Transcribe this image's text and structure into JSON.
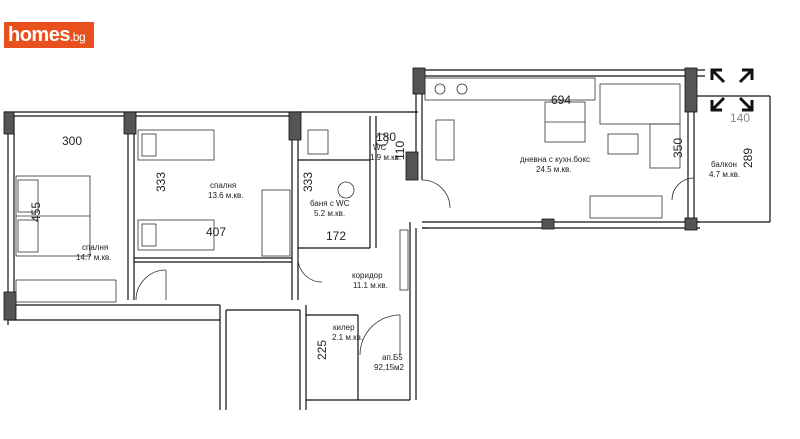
{
  "logo": {
    "brand": "homes",
    "tld": ".bg"
  },
  "dimensions": {
    "d300": "300",
    "d333a": "333",
    "d333b": "333",
    "d455": "455",
    "d407": "407",
    "d180": "180",
    "d110": "110",
    "d172": "172",
    "d694": "694",
    "d350": "350",
    "d289": "289",
    "d140": "140",
    "d225": "225"
  },
  "rooms": {
    "bedroom1": {
      "name": "спалня",
      "area": "14.7 м.кв."
    },
    "bedroom2": {
      "name": "спалня",
      "area": "13.6 м.кв."
    },
    "wc": {
      "name": "WC",
      "area": "1.9 м.кв."
    },
    "bath": {
      "name": "баня с WC",
      "area": "5.2 м.кв."
    },
    "living": {
      "name": "дневна с кухн.бокс",
      "area": "24.5 м.кв."
    },
    "balcony": {
      "name": "балкон",
      "area": "4.7 м.кв."
    },
    "corridor": {
      "name": "коридор",
      "area": "11.1 м.кв."
    },
    "storage": {
      "name": "килер",
      "area": "2.1 м.кв."
    },
    "apartment": {
      "name": "ап.Б5",
      "area": "92,15м2"
    }
  }
}
